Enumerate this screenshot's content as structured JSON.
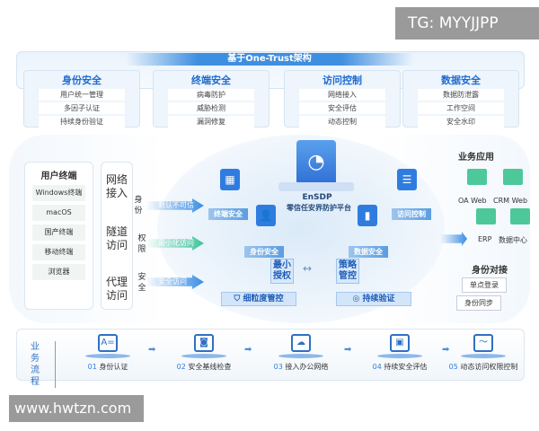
{
  "watermarks": {
    "top": "TG: MYYJJPP",
    "bottom": "www.hwtzn.com"
  },
  "architecture": {
    "title": "基于One-Trust架构",
    "pillars": [
      {
        "title": "身份安全",
        "items": [
          "用户统一管理",
          "多因子认证",
          "持续身份验证"
        ]
      },
      {
        "title": "终端安全",
        "items": [
          "病毒防护",
          "威胁检测",
          "漏洞修复"
        ]
      },
      {
        "title": "访问控制",
        "items": [
          "网络接入",
          "安全评估",
          "动态控制"
        ]
      },
      {
        "title": "数据安全",
        "items": [
          "数据防泄露",
          "工作空间",
          "安全水印"
        ]
      }
    ]
  },
  "user_terminals": {
    "title": "用户终端",
    "items": [
      "Windows终端",
      "macOS",
      "国产终端",
      "移动终端",
      "浏览器"
    ]
  },
  "access_modes": [
    "网络接入",
    "隧道访问",
    "代理访问"
  ],
  "principles": [
    {
      "side": "身份",
      "arrow": "默认不可信"
    },
    {
      "side": "权限",
      "arrow": "最小化访问"
    },
    {
      "side": "安全",
      "arrow": "安全访问"
    }
  ],
  "platform": {
    "name": "EnSDP",
    "subtitle": "零信任安界防护平台",
    "modules": [
      "终端安全",
      "身份安全",
      "数据安全",
      "访问控制"
    ],
    "core_left": "最小授权",
    "core_right": "策略管控",
    "bottom_left": "细粒度管控",
    "bottom_right": "持续验证",
    "exchange_icon": "↔"
  },
  "business_apps": {
    "title": "业务应用",
    "apps": [
      "OA Web",
      "CRM Web",
      "ERP",
      "数据中心"
    ]
  },
  "identity_integration": {
    "title": "身份对接",
    "items": [
      "单点登录",
      "身份同步"
    ]
  },
  "flow": {
    "title": "业务流程",
    "steps": [
      {
        "num": "01",
        "label": "身份认证",
        "icon": "A="
      },
      {
        "num": "02",
        "label": "安全基线检查",
        "icon": "◙"
      },
      {
        "num": "03",
        "label": "接入办公网络",
        "icon": "☁"
      },
      {
        "num": "04",
        "label": "持续安全评估",
        "icon": "▣"
      },
      {
        "num": "05",
        "label": "动态访问权限控制",
        "icon": "〜"
      }
    ]
  }
}
